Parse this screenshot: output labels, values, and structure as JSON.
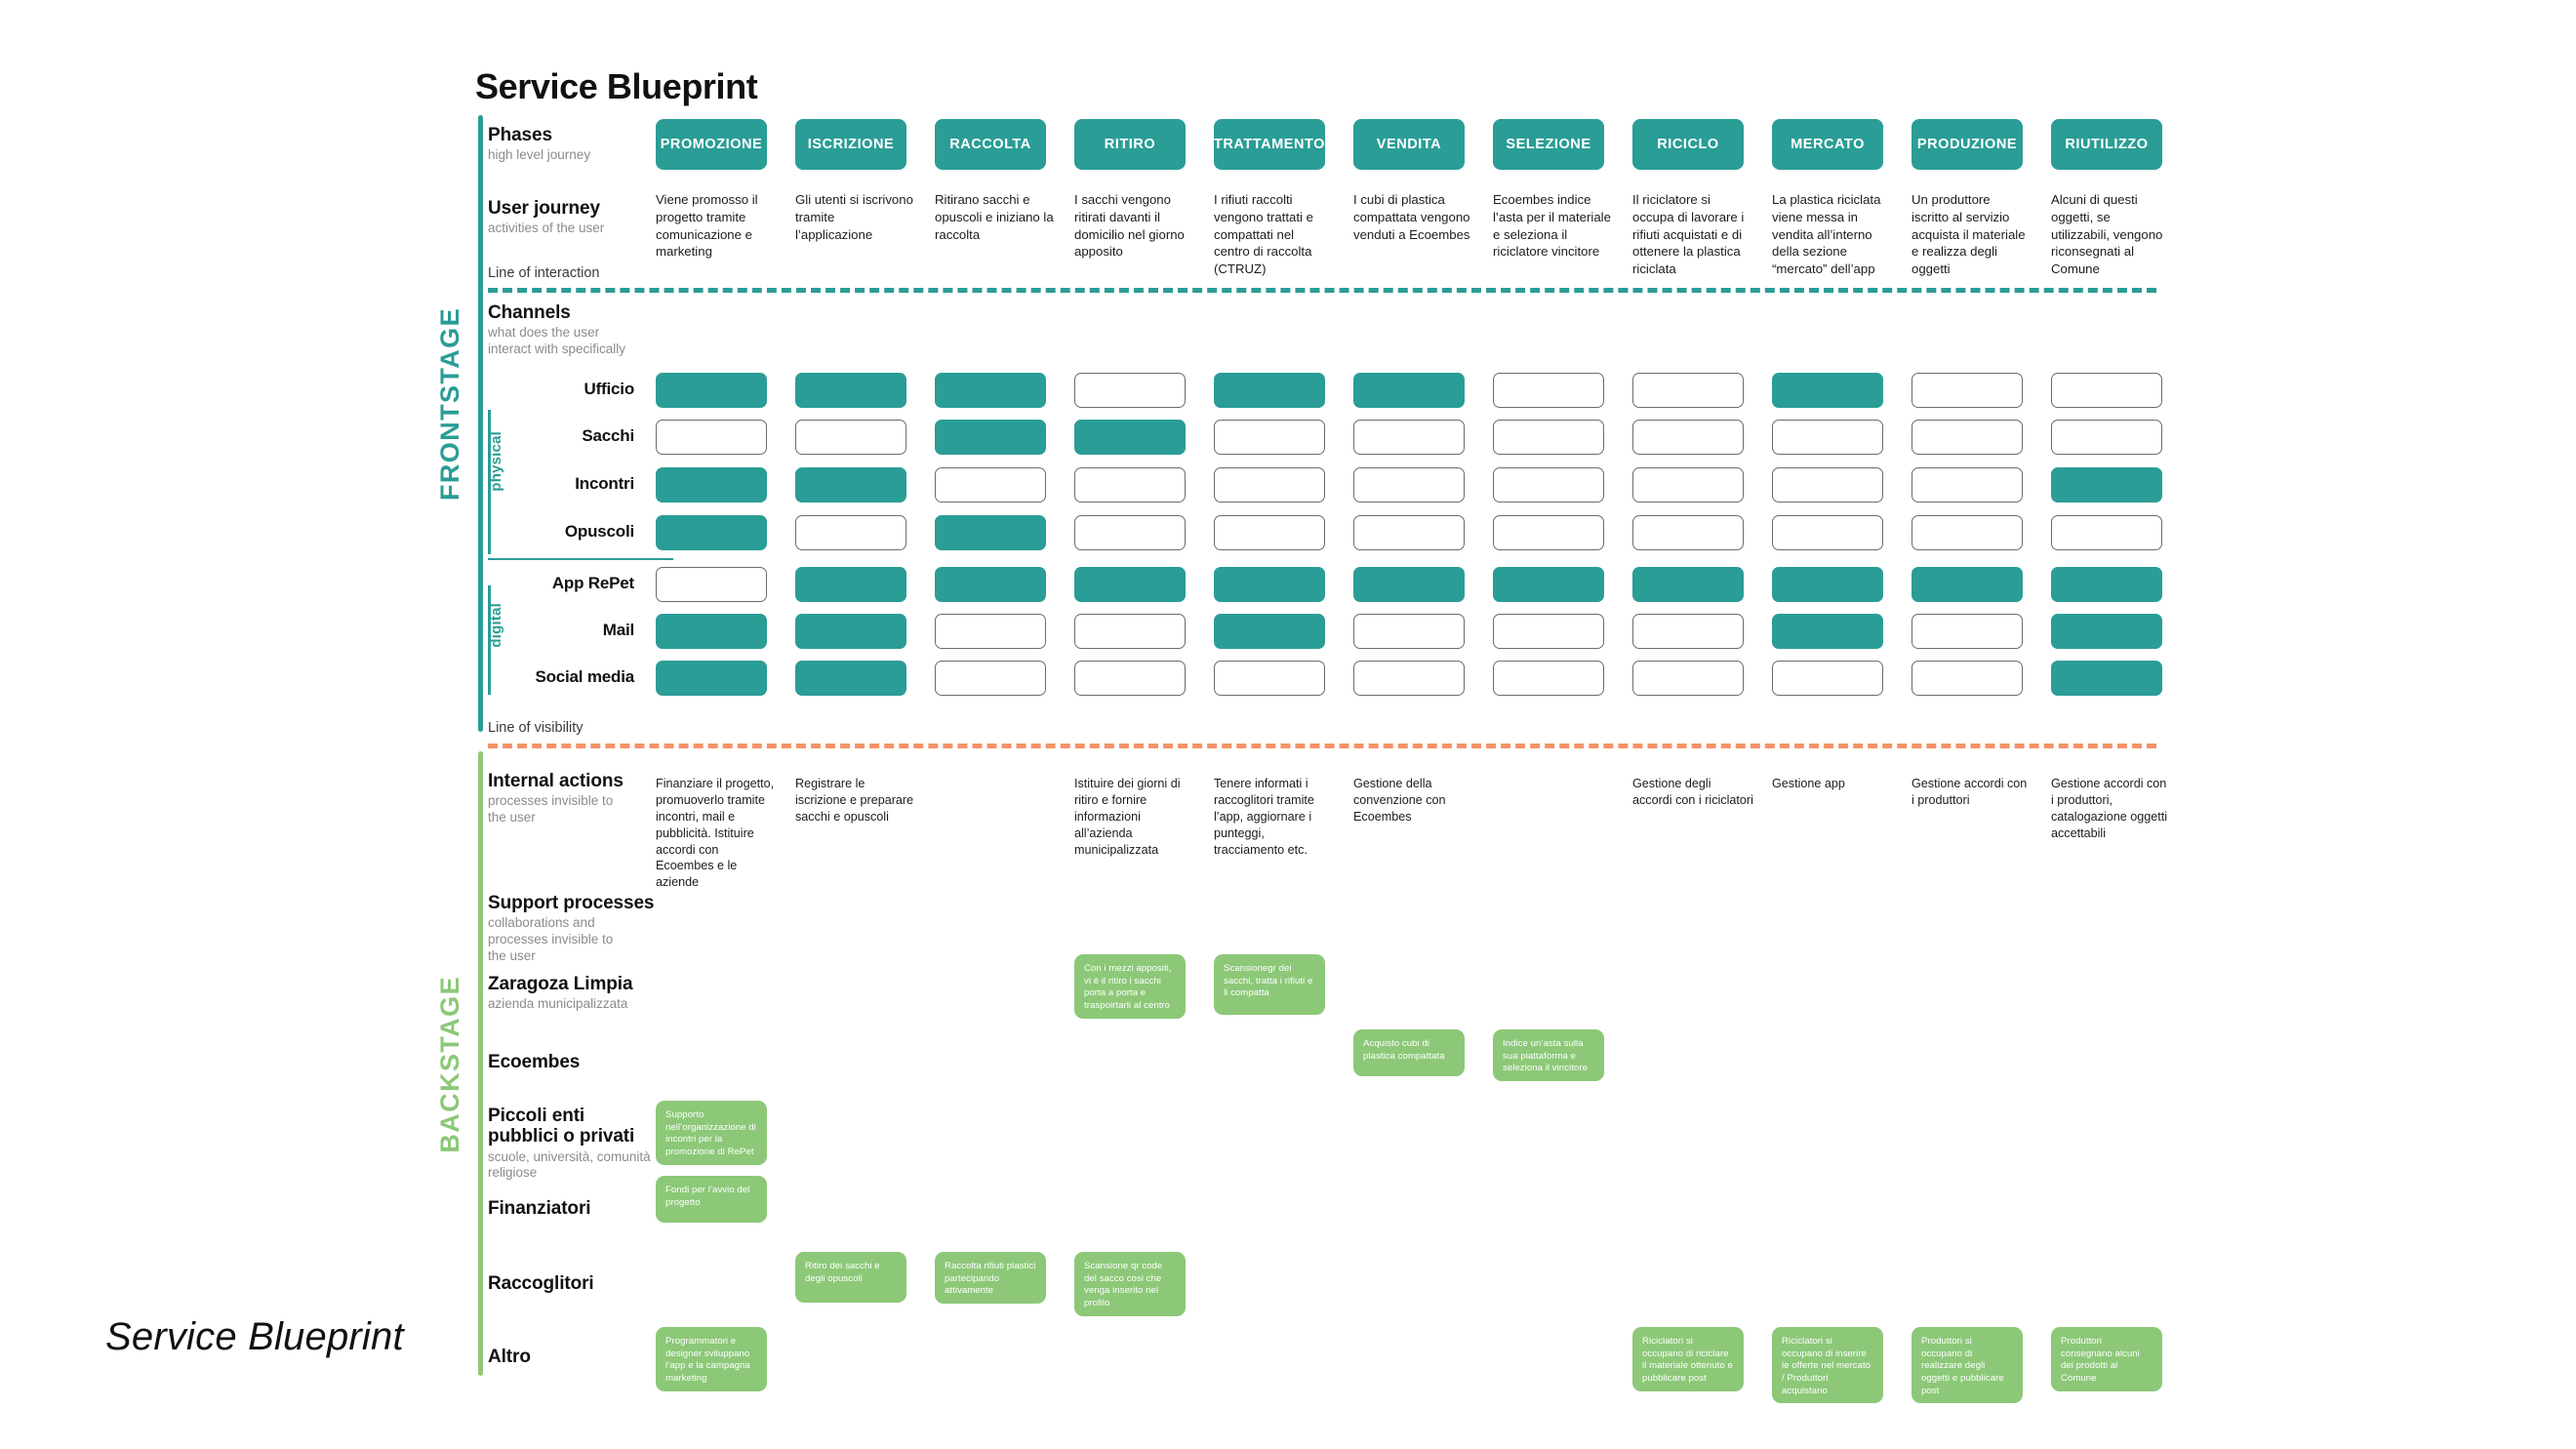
{
  "corner_caption": "Service Blueprint",
  "title": "Service Blueprint",
  "stages": {
    "frontstage": "FRONTSTAGE",
    "backstage": "BACKSTAGE"
  },
  "lines": {
    "interaction": "Line of interaction",
    "visibility": "Line of visibility"
  },
  "colors": {
    "teal": "#2a9d96",
    "green": "#8cc878",
    "orange": "#f59368",
    "cell_border": "#6b6b6b",
    "muted_text": "#8b8b8b"
  },
  "row_headers": [
    {
      "title": "Phases",
      "subtitle": "high level journey"
    },
    {
      "title": "User journey",
      "subtitle": "activities of the user"
    },
    {
      "title": "Channels",
      "subtitle": "what does the user\ninteract with specifically"
    },
    {
      "title": "Internal actions",
      "subtitle": "processes invisible to\nthe user"
    },
    {
      "title": "Support processes",
      "subtitle": "collaborations and\nprocesses invisible to\nthe user"
    },
    {
      "title": "Zaragoza Limpia",
      "subtitle": "azienda municipalizzata"
    },
    {
      "title": "Ecoembes",
      "subtitle": ""
    },
    {
      "title": "Piccoli enti\npubblici o privati",
      "subtitle": "scuole, università, comunità\nreligiose"
    },
    {
      "title": "Finanziatori",
      "subtitle": ""
    },
    {
      "title": "Raccoglitori",
      "subtitle": ""
    },
    {
      "title": "Altro",
      "subtitle": ""
    }
  ],
  "phases": [
    "PROMOZIONE",
    "ISCRIZIONE",
    "RACCOLTA",
    "RITIRO",
    "TRATTAMENTO",
    "VENDITA",
    "SELEZIONE",
    "RICICLO",
    "MERCATO",
    "PRODUZIONE",
    "RIUTILIZZO"
  ],
  "user_journey": [
    "Viene promosso il progetto tramite comunicazione e marketing",
    "Gli utenti si iscrivono tramite l’applicazione",
    "Ritirano sacchi e opuscoli e iniziano la raccolta",
    "I sacchi vengono ritirati davanti il domicilio nel giorno apposito",
    "I rifiuti raccolti vengono trattati e compattati nel centro di raccolta (CTRUZ)",
    "I cubi di plastica compattata vengono venduti a Ecoembes",
    "Ecoembes indice l’asta per il materiale e seleziona il riciclatore vincitore",
    "Il riciclatore si occupa di lavorare i rifiuti acquistati e di ottenere la plastica riciclata",
    "La plastica riciclata viene messa in vendita all’interno della sezione “mercato” dell’app",
    "Un produttore iscritto al servizio acquista il materiale e realizza degli oggetti",
    "Alcuni di questi oggetti, se utilizzabili, vengono riconsegnati al Comune"
  ],
  "channel_groups": [
    {
      "label": "physical",
      "rows": [
        "Ufficio",
        "Sacchi",
        "Incontri",
        "Opuscoli"
      ]
    },
    {
      "label": "digital",
      "rows": [
        "App RePet",
        "Mail",
        "Social media"
      ]
    }
  ],
  "channel_matrix": {
    "Ufficio": [
      1,
      1,
      1,
      0,
      1,
      1,
      0,
      0,
      1,
      0,
      0
    ],
    "Sacchi": [
      0,
      0,
      1,
      1,
      0,
      0,
      0,
      0,
      0,
      0,
      0
    ],
    "Incontri": [
      1,
      1,
      0,
      0,
      0,
      0,
      0,
      0,
      0,
      0,
      1
    ],
    "Opuscoli": [
      1,
      0,
      1,
      0,
      0,
      0,
      0,
      0,
      0,
      0,
      0
    ],
    "App RePet": [
      0,
      1,
      1,
      1,
      1,
      1,
      1,
      1,
      1,
      1,
      1
    ],
    "Mail": [
      1,
      1,
      0,
      0,
      1,
      0,
      0,
      0,
      1,
      0,
      1
    ],
    "Social media": [
      1,
      1,
      0,
      0,
      0,
      0,
      0,
      0,
      0,
      0,
      1
    ]
  },
  "internal_actions": [
    "Finanziare il progetto, promuoverlo tramite incontri, mail e pubblicità. Istituire accordi con Ecoembes e le aziende",
    "Registrare le iscrizione e preparare sacchi e opuscoli",
    "",
    "Istituire dei giorni di ritiro e fornire informazioni all’azienda municipalizzata",
    "Tenere informati i raccoglitori tramite l’app, aggiornare i punteggi, tracciamento etc.",
    "Gestione della convenzione con Ecoembes",
    "",
    "Gestione degli accordi con i riciclatori",
    "Gestione app",
    "Gestione accordi con i produttori",
    "Gestione accordi con i produttori, catalogazione oggetti accettabili"
  ],
  "support_rows": {
    "zaragoza_limpia": [
      {
        "col": 4,
        "text": "Con i mezzi appositi, vi è il ritiro i sacchi porta a porta e traspoirtarli al centro"
      },
      {
        "col": 5,
        "text": "Scansionegr dei sacchi, tratta i rifiuti e li compatta"
      }
    ],
    "ecoembes": [
      {
        "col": 6,
        "text": "Acquisto cubi di plastica compattata"
      },
      {
        "col": 7,
        "text": "Indice un’asta sulla sua piattaforma e seleziona il vincitore"
      }
    ],
    "piccoli_enti": [
      {
        "col": 1,
        "text": "Supporto nell’organizzazione di incontri per la promozione di RePet"
      }
    ],
    "finanziatori": [
      {
        "col": 1,
        "text": "Fondi per l’avvio del progetto"
      }
    ],
    "raccoglitori": [
      {
        "col": 2,
        "text": "Ritiro dei sacchi e degli opuscoli"
      },
      {
        "col": 3,
        "text": "Raccolta rifiuti plastici partecipando attivamente"
      },
      {
        "col": 4,
        "text": "Scansione qr code del sacco cosi che venga inserito nel profilo"
      }
    ],
    "altro": [
      {
        "col": 1,
        "text": "Programmatori e designer sviluppano l’app e la campagna marketing"
      },
      {
        "col": 8,
        "text": "Riciclatori si occupano di riciclare il materiale ottenuto e pubblicare post"
      },
      {
        "col": 9,
        "text": "Riciclatori si occupano di inserire le offerte nel mercato / Produttori acquistano"
      },
      {
        "col": 10,
        "text": "Produttori si occupano di realizzare degli oggetti e pubblicare post"
      },
      {
        "col": 11,
        "text": "Produttori consegnano alcuni dei prodotti al Comune"
      }
    ]
  }
}
